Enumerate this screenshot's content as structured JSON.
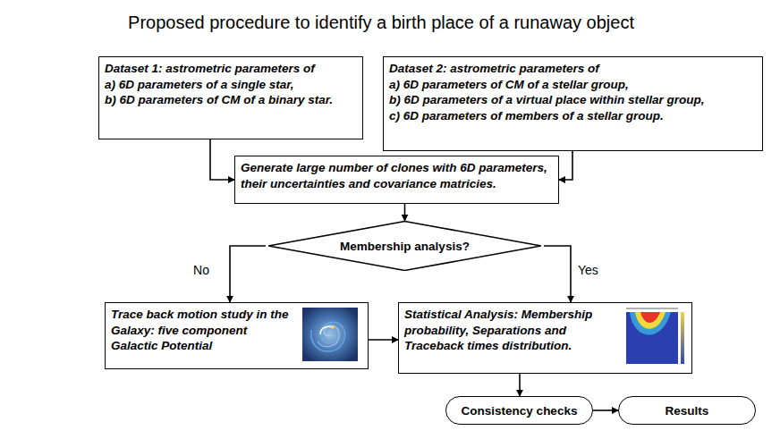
{
  "diagram": {
    "title": "Proposed procedure to identify a birth place of a runaway object",
    "nodes": [
      {
        "text": [
          "Dataset 1: astrometric parameters of",
          "a) 6D parameters of a single star,",
          "b) 6D parameters of CM of a binary star."
        ]
      },
      {
        "text": [
          "Dataset 2: astrometric parameters of",
          "a) 6D parameters of CM of a stellar group,",
          "b) 6D parameters of a virtual place within stellar group,",
          "c) 6D parameters of members of a stellar group."
        ]
      },
      {
        "text": [
          "Generate large number of clones with 6D parameters, their uncertainties and covariance matricies."
        ]
      },
      {
        "text": [
          "Membership analysis?"
        ]
      },
      {
        "text": [
          "Trace back motion study in the Galaxy: five component Galactic Potential"
        ]
      },
      {
        "text": [
          "Statistical Analysis: Membership probability, Separations and Traceback times distribution."
        ]
      },
      {
        "text": [
          "Consistency checks"
        ]
      },
      {
        "text": [
          "Results"
        ]
      }
    ],
    "edges": [
      {
        "from": 0,
        "to": 2,
        "arrow": "to"
      },
      {
        "from": 1,
        "to": 2,
        "arrow": "to"
      },
      {
        "from": 2,
        "to": 3,
        "arrow": "to"
      },
      {
        "from": 3,
        "to": 4,
        "label": "No",
        "arrow": "to"
      },
      {
        "from": 3,
        "to": 5,
        "label": "Yes",
        "arrow": "to"
      },
      {
        "from": 4,
        "to": 5,
        "arrow": "to"
      },
      {
        "from": 5,
        "to": 6,
        "arrow": "to"
      },
      {
        "from": 6,
        "to": 7,
        "arrow": "to"
      }
    ]
  }
}
